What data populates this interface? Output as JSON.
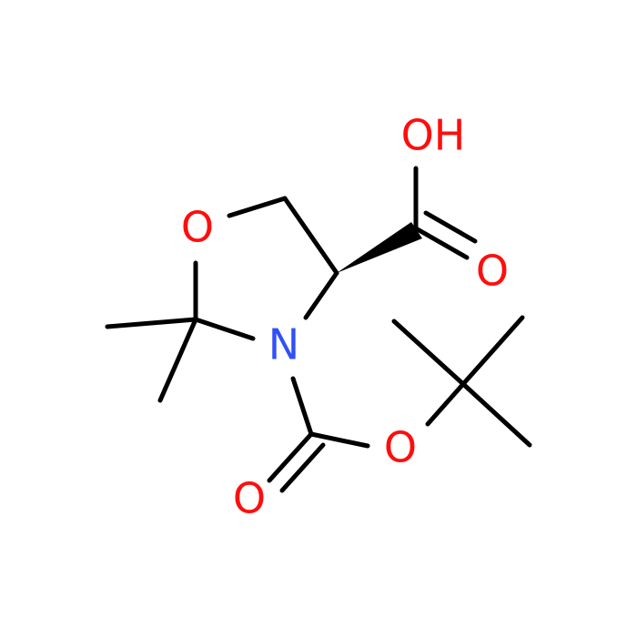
{
  "molecule": {
    "atoms": {
      "ring_oxygen": {
        "label": "O",
        "color": "#ff0d0d"
      },
      "ring_nitrogen": {
        "label": "N",
        "color": "#3050f8"
      },
      "acid_hydroxyl": {
        "label": "OH",
        "color": "#ff0d0d"
      },
      "acid_carbonyl_oxygen": {
        "label": "O",
        "color": "#ff0d0d"
      },
      "boc_carbonyl_oxygen": {
        "label": "O",
        "color": "#ff0d0d"
      },
      "boc_ester_oxygen": {
        "label": "O",
        "color": "#ff0d0d"
      }
    },
    "bond_color": "#000000",
    "stereo": "wedge"
  }
}
